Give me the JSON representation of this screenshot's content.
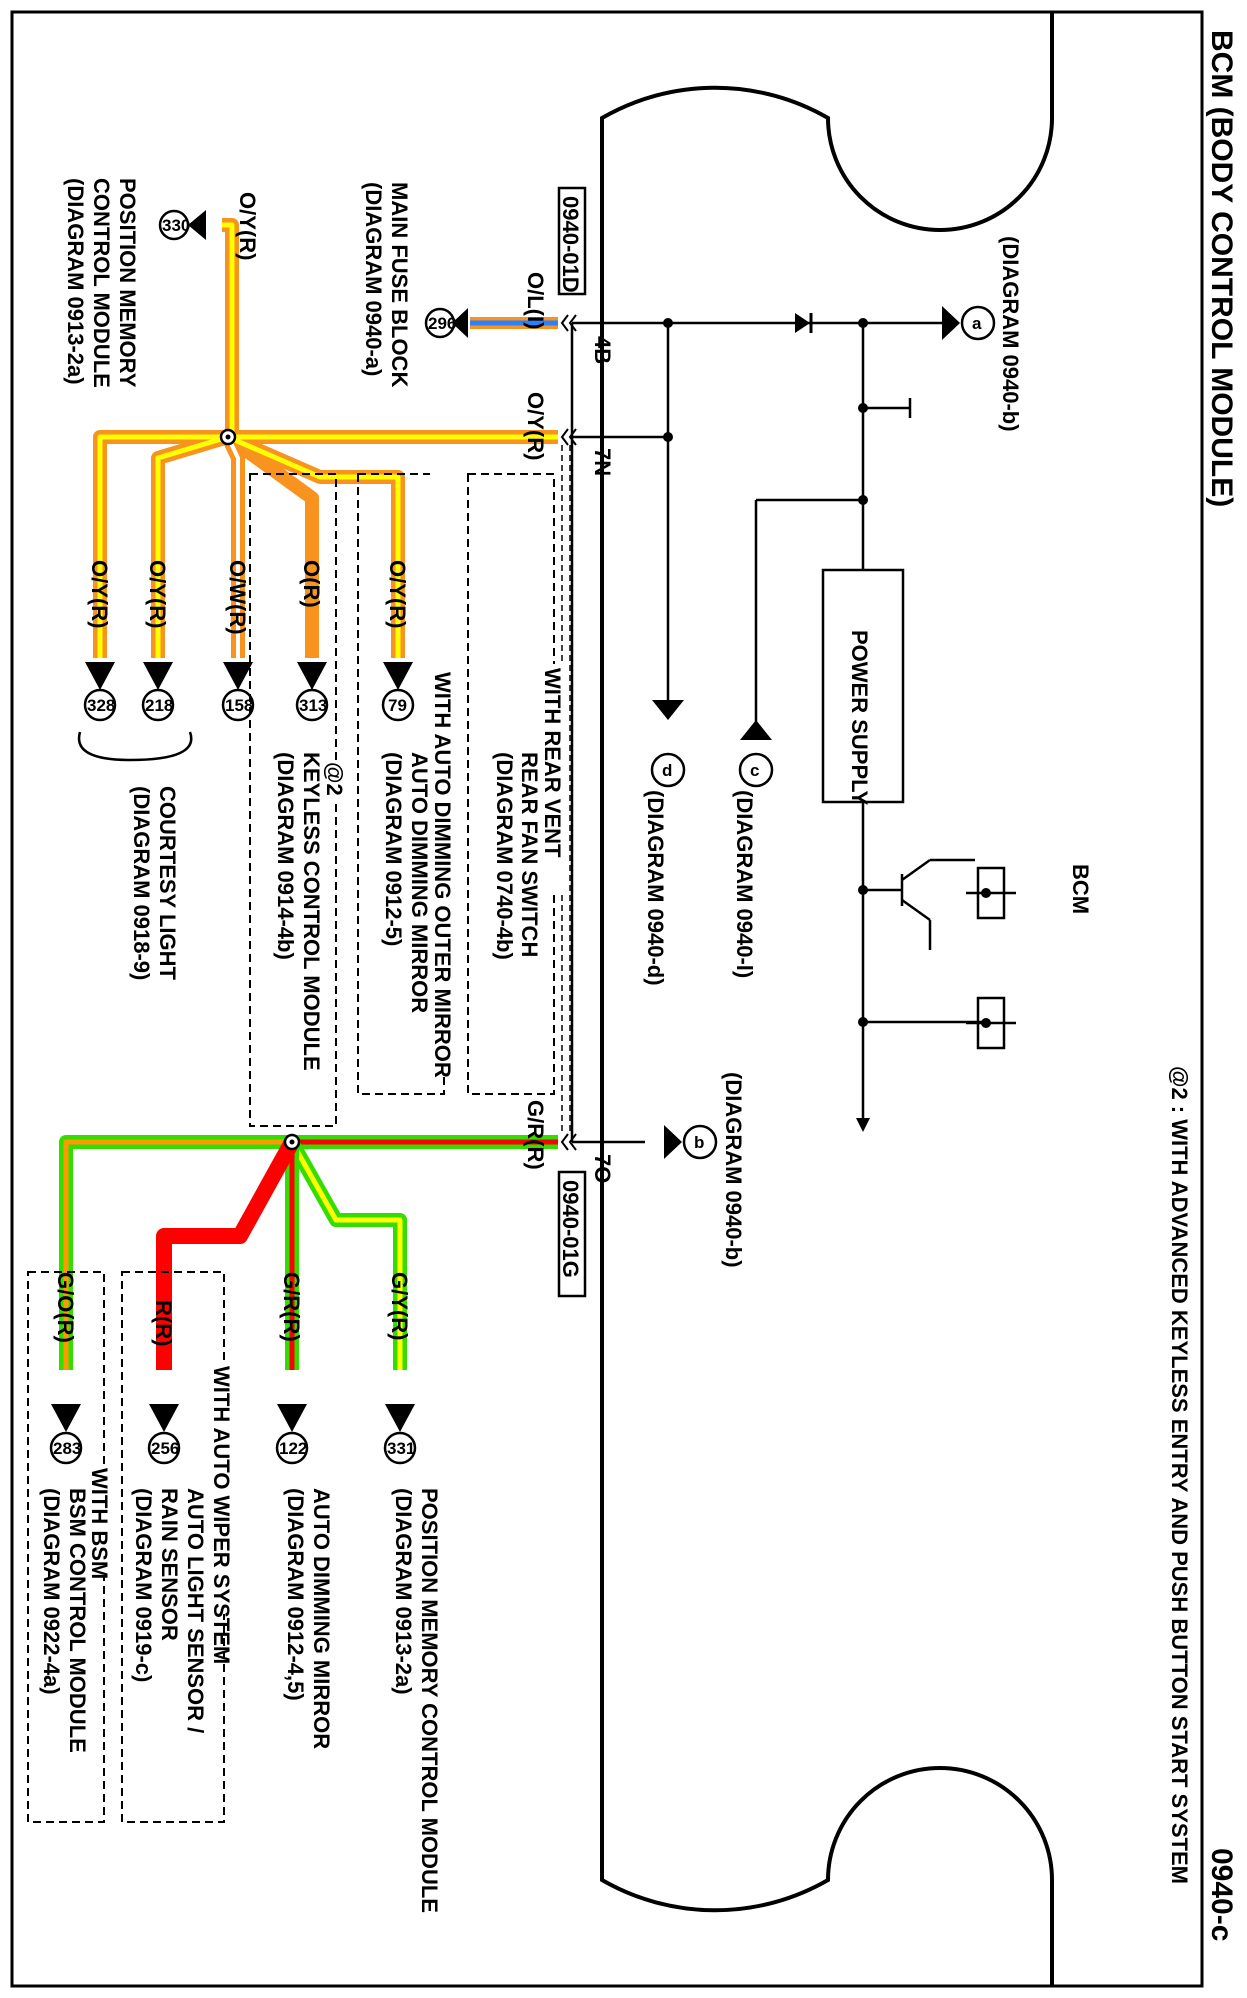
{
  "page_title": "BCM (BODY CONTROL MODULE)",
  "page_code": "0940-c",
  "note": "@2 : WITH ADVANCED KEYLESS ENTRY AND PUSH BUTTON START SYSTEM",
  "module_label": "BCM",
  "power_supply": "POWER SUPPLY",
  "connectors": {
    "top": "0940-01D",
    "bottom": "0940-01G"
  },
  "pins": {
    "p4b": "4B",
    "p7n": "7N",
    "p7o": "7O"
  },
  "refs": {
    "a": {
      "letter": "a",
      "diagram": "(DIAGRAM 0940-b)"
    },
    "b": {
      "letter": "b",
      "diagram": "(DIAGRAM 0940-b)"
    },
    "c": {
      "letter": "c",
      "diagram": "(DIAGRAM 0940-l)"
    },
    "d": {
      "letter": "d",
      "diagram": "(DIAGRAM 0940-d)"
    }
  },
  "wires": {
    "olr": "O/L(I)",
    "oyr_main": "O/Y(R)",
    "oyr_pm": "O/Y(R)",
    "grr_main": "G/R(R)",
    "b1": "O/Y(R)",
    "b2": "O(R)",
    "b3": "O/W(R)",
    "b4": "O/Y(R)",
    "b5": "O/Y(R)",
    "g1": "G/Y(R)",
    "g2": "G/R(R)",
    "g3": "R(R)",
    "g4": "G/O(R)"
  },
  "nodes": {
    "n296": "296",
    "n330": "330",
    "n79": "79",
    "n313": "313",
    "n158": "158",
    "n218": "218",
    "n328": "328",
    "n331": "331",
    "n122": "122",
    "n256": "256",
    "n283": "283"
  },
  "labels": {
    "main_fuse_1": "MAIN FUSE BLOCK",
    "main_fuse_2": "(DIAGRAM 0940-a)",
    "pmcm1_1": "POSITION MEMORY",
    "pmcm1_2": "CONTROL MODULE",
    "pmcm1_3": "(DIAGRAM 0913-2a)",
    "rear_vent": "WITH REAR VENT",
    "rear_fan_1": "REAR FAN SWITCH",
    "rear_fan_2": "(DIAGRAM 0740-4b)",
    "auto_dim_outer": "WITH AUTO DIMMING OUTER MIRROR",
    "auto_dim_mirror_1": "AUTO DIMMING MIRROR",
    "auto_dim_mirror_2": "(DIAGRAM 0912-5)",
    "at2": "@2",
    "keyless_1": "KEYLESS CONTROL MODULE",
    "keyless_2": "(DIAGRAM 0914-4b)",
    "courtesy_1": "COURTESY LIGHT",
    "courtesy_2": "(DIAGRAM 0918-9)",
    "pmcm2_1": "POSITION MEMORY CONTROL MODULE",
    "pmcm2_2": "(DIAGRAM 0913-2a)",
    "adm2_1": "AUTO DIMMING MIRROR",
    "adm2_2": "(DIAGRAM 0912-4,5)",
    "auto_wiper": "WITH AUTO WIPER SYSTEM",
    "rain_1": "AUTO LIGHT SENSOR /",
    "rain_2": "RAIN SENSOR",
    "rain_3": "(DIAGRAM 0919-c)",
    "with_bsm": "WITH BSM",
    "bsm_1": "BSM CONTROL MODULE",
    "bsm_2": "(DIAGRAM 0922-4a)"
  },
  "colors": {
    "orange": "#f7931e",
    "yellow": "#ffff00",
    "green": "#33dd00",
    "red": "#ff0000",
    "blue": "#2a80ff"
  }
}
